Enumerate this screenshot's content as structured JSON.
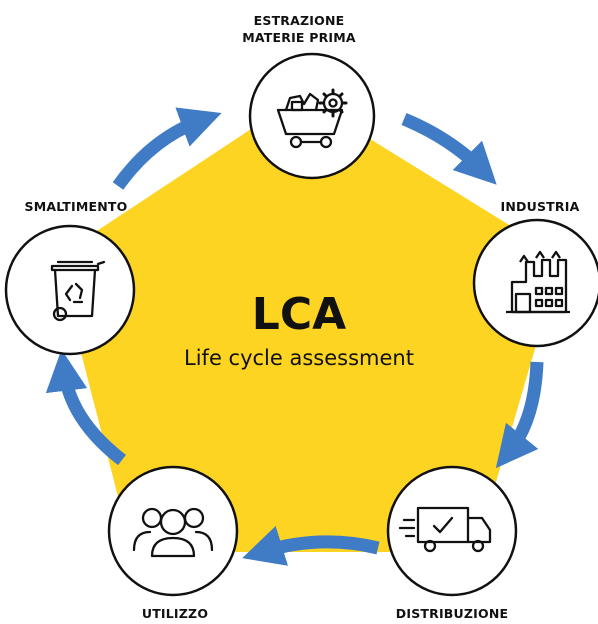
{
  "diagram": {
    "title": "LCA",
    "subtitle": "Life cycle assessment",
    "colors": {
      "pentagon": "#FDD422",
      "arrows": "#3F7CC5",
      "circle_stroke": "#111111",
      "circle_fill": "#FFFFFF"
    },
    "stages": [
      {
        "id": "extraction",
        "label_line1": "ESTRAZIONE",
        "label_line2": "MATERIE PRIMA",
        "icon": "mine-cart-gear-icon"
      },
      {
        "id": "industry",
        "label": "INDUSTRIA",
        "icon": "factory-icon"
      },
      {
        "id": "distribution",
        "label": "DISTRIBUZIONE",
        "icon": "delivery-truck-icon"
      },
      {
        "id": "use",
        "label": "UTILIZZO",
        "icon": "people-group-icon"
      },
      {
        "id": "disposal",
        "label": "SMALTIMENTO",
        "icon": "recycle-bin-icon"
      }
    ]
  }
}
